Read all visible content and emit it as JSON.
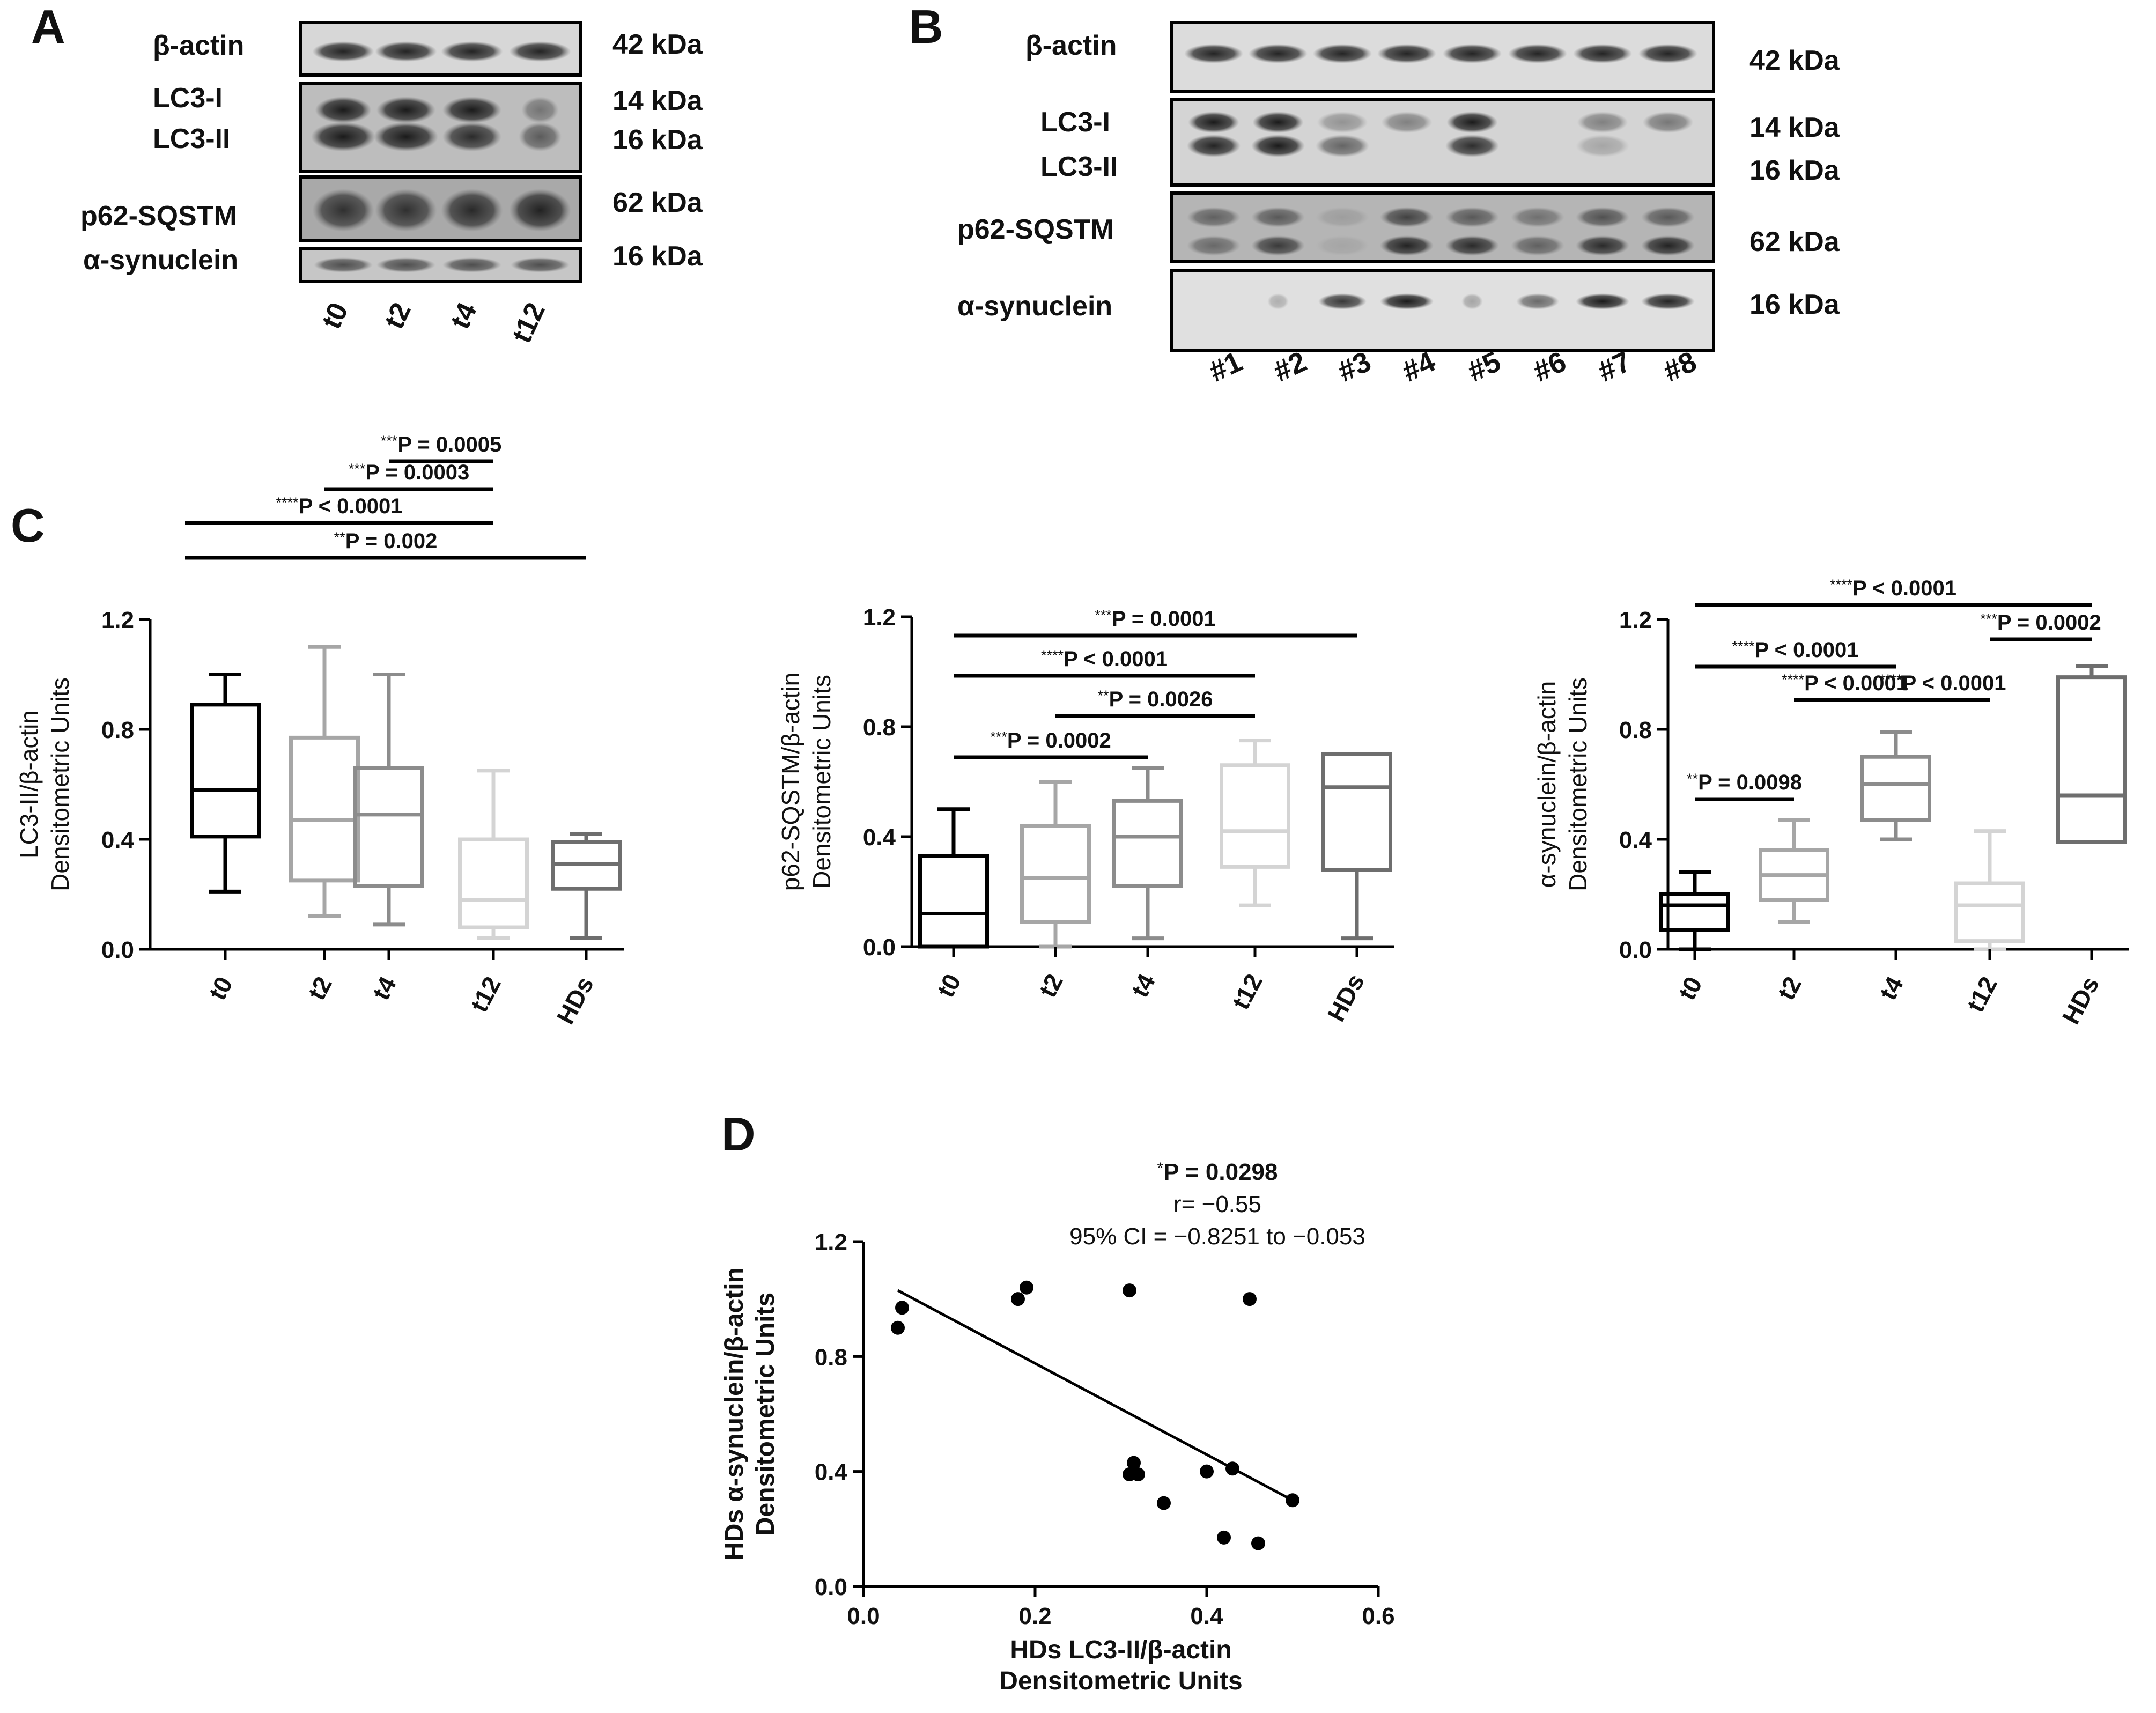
{
  "panel_A": {
    "letter": "A",
    "left_labels": [
      "β-actin",
      "LC3-I",
      "LC3-II",
      "p62-SQSTM",
      "α-synuclein"
    ],
    "right_labels": [
      "42 kDa",
      "14 kDa",
      "16 kDa",
      "62 kDa",
      "16 kDa"
    ],
    "lanes": [
      "t0",
      "t2",
      "t4",
      "t12"
    ]
  },
  "panel_B": {
    "letter": "B",
    "left_labels": [
      "β-actin",
      "LC3-I",
      "LC3-II",
      "p62-SQSTM",
      "α-synuclein"
    ],
    "right_labels": [
      "42 kDa",
      "14 kDa",
      "16 kDa",
      "62 kDa",
      "16 kDa"
    ],
    "lanes": [
      "#1",
      "#2",
      "#3",
      "#4",
      "#5",
      "#6",
      "#7",
      "#8"
    ]
  },
  "panel_C": {
    "letter": "C"
  },
  "panel_D": {
    "letter": "D"
  },
  "chart_data": [
    {
      "type": "box",
      "categories": [
        "t0",
        "t2",
        "t4",
        "t12",
        "HDs"
      ],
      "ylabel": [
        "LC3-II/β-actin",
        "Densitometric Units"
      ],
      "ylim": [
        0,
        1.2
      ],
      "yticks": [
        "0.0",
        "0.4",
        "0.8",
        "1.2"
      ],
      "colors": [
        "#000000",
        "#a6a6a6",
        "#8c8c8c",
        "#d4d4d4",
        "#6e6e6e"
      ],
      "boxes": [
        {
          "min": 0.21,
          "q1": 0.41,
          "median": 0.58,
          "q3": 0.89,
          "max": 1.0
        },
        {
          "min": 0.12,
          "q1": 0.25,
          "median": 0.47,
          "q3": 0.77,
          "max": 1.1
        },
        {
          "min": 0.09,
          "q1": 0.23,
          "median": 0.49,
          "q3": 0.66,
          "max": 1.0
        },
        {
          "min": 0.04,
          "q1": 0.08,
          "median": 0.18,
          "q3": 0.4,
          "max": 0.65
        },
        {
          "min": 0.04,
          "q1": 0.22,
          "median": 0.31,
          "q3": 0.39,
          "max": 0.42
        }
      ],
      "comparisons": [
        {
          "from": 0,
          "to": 4,
          "stars": "**",
          "text": "P = 0.002"
        },
        {
          "from": 0,
          "to": 3,
          "stars": "****",
          "text": "P < 0.0001"
        },
        {
          "from": 1,
          "to": 3,
          "stars": "***",
          "text": "P = 0.0003"
        },
        {
          "from": 2,
          "to": 3,
          "stars": "***",
          "text": "P = 0.0005"
        }
      ]
    },
    {
      "type": "box",
      "categories": [
        "t0",
        "t2",
        "t4",
        "t12",
        "HDs"
      ],
      "ylabel": [
        "p62-SQSTM/β-actin",
        "Densitometric Units"
      ],
      "ylim": [
        0,
        1.2
      ],
      "yticks": [
        "0.0",
        "0.4",
        "0.8",
        "1.2"
      ],
      "colors": [
        "#000000",
        "#a6a6a6",
        "#8c8c8c",
        "#d4d4d4",
        "#6e6e6e"
      ],
      "boxes": [
        {
          "min": 0.0,
          "q1": 0.0,
          "median": 0.12,
          "q3": 0.33,
          "max": 0.5
        },
        {
          "min": 0.0,
          "q1": 0.09,
          "median": 0.25,
          "q3": 0.44,
          "max": 0.6
        },
        {
          "min": 0.03,
          "q1": 0.22,
          "median": 0.4,
          "q3": 0.53,
          "max": 0.65
        },
        {
          "min": 0.15,
          "q1": 0.29,
          "median": 0.42,
          "q3": 0.66,
          "max": 0.75
        },
        {
          "min": 0.03,
          "q1": 0.28,
          "median": 0.58,
          "q3": 0.7,
          "max": 0.7
        }
      ],
      "comparisons": [
        {
          "from": 0,
          "to": 4,
          "stars": "***",
          "text": "P = 0.0001"
        },
        {
          "from": 0,
          "to": 3,
          "stars": "****",
          "text": "P < 0.0001"
        },
        {
          "from": 1,
          "to": 3,
          "stars": "**",
          "text": "P = 0.0026"
        },
        {
          "from": 0,
          "to": 2,
          "stars": "***",
          "text": "P = 0.0002"
        }
      ]
    },
    {
      "type": "box",
      "categories": [
        "t0",
        "t2",
        "t4",
        "t12",
        "HDs"
      ],
      "ylabel": [
        "α-synuclein/β-actin",
        "Densitometric Units"
      ],
      "ylim": [
        0,
        1.2
      ],
      "yticks": [
        "0.0",
        "0.4",
        "0.8",
        "1.2"
      ],
      "colors": [
        "#000000",
        "#a6a6a6",
        "#8c8c8c",
        "#d4d4d4",
        "#6e6e6e"
      ],
      "boxes": [
        {
          "min": 0.0,
          "q1": 0.07,
          "median": 0.16,
          "q3": 0.2,
          "max": 0.28
        },
        {
          "min": 0.1,
          "q1": 0.18,
          "median": 0.27,
          "q3": 0.36,
          "max": 0.47
        },
        {
          "min": 0.4,
          "q1": 0.47,
          "median": 0.6,
          "q3": 0.7,
          "max": 0.79
        },
        {
          "min": 0.0,
          "q1": 0.03,
          "median": 0.16,
          "q3": 0.24,
          "max": 0.43
        },
        {
          "min": 0.39,
          "q1": 0.39,
          "median": 0.56,
          "q3": 0.99,
          "max": 1.03
        }
      ],
      "comparisons": [
        {
          "from": 0,
          "to": 4,
          "stars": "****",
          "text": "P < 0.0001"
        },
        {
          "from": 3,
          "to": 4,
          "stars": "***",
          "text": "P = 0.0002"
        },
        {
          "from": 0,
          "to": 2,
          "stars": "****",
          "text": "P < 0.0001"
        },
        {
          "from": 1,
          "to": 2,
          "stars": "****",
          "text": "P < 0.0001"
        },
        {
          "from": 2,
          "to": 3,
          "stars": "****",
          "text": "P < 0.0001"
        },
        {
          "from": 0,
          "to": 1,
          "stars": "**",
          "text": "P = 0.0098"
        }
      ]
    },
    {
      "type": "scatter",
      "xlabel": [
        "HDs LC3-II/β-actin",
        "Densitometric Units"
      ],
      "ylabel": [
        "HDs α-synuclein/β-actin",
        "Densitometric Units"
      ],
      "xlim": [
        0,
        0.6
      ],
      "ylim": [
        0,
        1.2
      ],
      "xticks": [
        "0.0",
        "0.2",
        "0.4",
        "0.6"
      ],
      "yticks": [
        "0.0",
        "0.4",
        "0.8",
        "1.2"
      ],
      "annotation": [
        "*P = 0.0298",
        "r= −0.55",
        "95% CI = −0.8251 to −0.053"
      ],
      "points": [
        [
          0.04,
          0.9
        ],
        [
          0.045,
          0.97
        ],
        [
          0.18,
          1.0
        ],
        [
          0.19,
          1.04
        ],
        [
          0.31,
          1.03
        ],
        [
          0.45,
          1.0
        ],
        [
          0.31,
          0.39
        ],
        [
          0.315,
          0.43
        ],
        [
          0.32,
          0.39
        ],
        [
          0.35,
          0.29
        ],
        [
          0.4,
          0.4
        ],
        [
          0.43,
          0.41
        ],
        [
          0.42,
          0.17
        ],
        [
          0.46,
          0.15
        ],
        [
          0.5,
          0.3
        ]
      ],
      "fit": {
        "x0": 0.04,
        "y0": 1.03,
        "x1": 0.5,
        "y1": 0.3
      }
    }
  ]
}
